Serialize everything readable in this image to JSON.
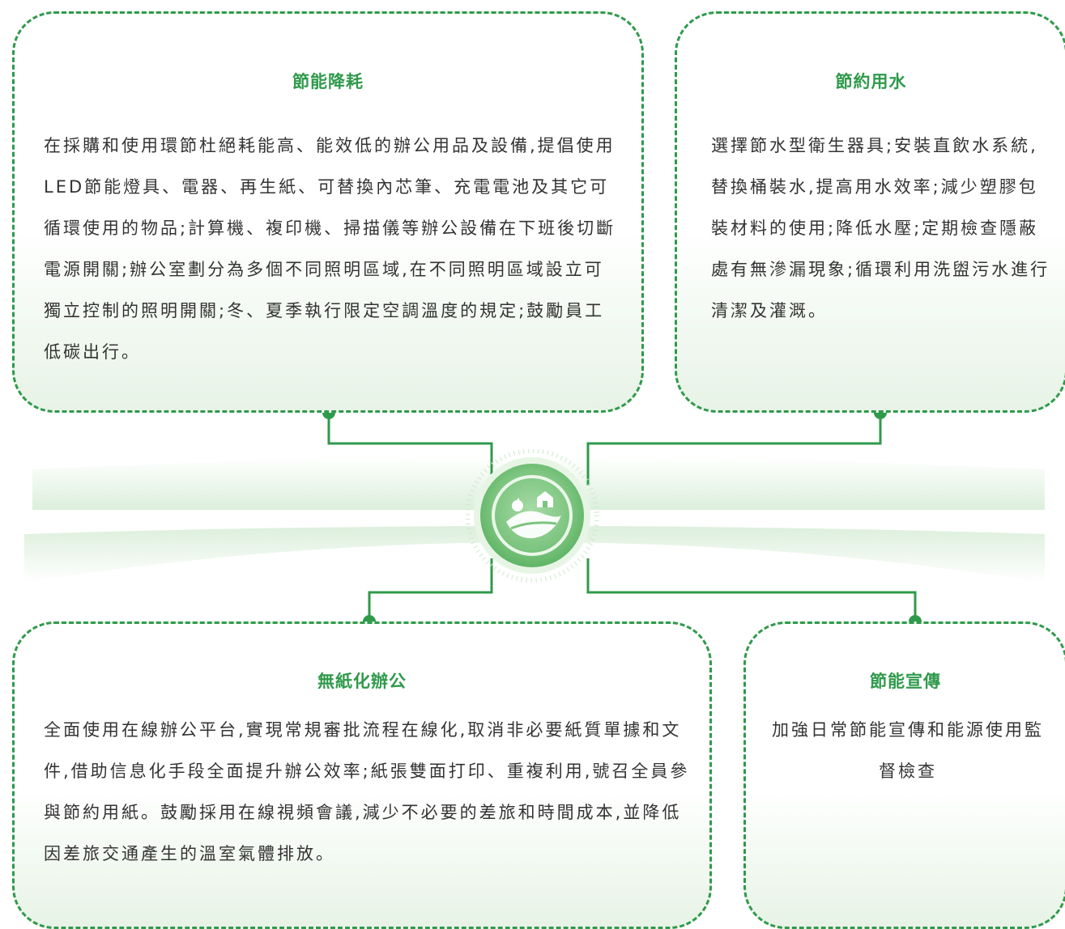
{
  "cards": {
    "energy_saving": {
      "title": "節能降耗",
      "body": "在採購和使用環節杜絕耗能高、能效低的辦公用品及設備,提倡使用LED節能燈具、電器、再生紙、可替換內芯筆、充電電池及其它可循環使用的物品;計算機、複印機、掃描儀等辦公設備在下班後切斷電源開關;辦公室劃分為多個不同照明區域,在不同照明區域設立可獨立控制的照明開關;冬、夏季執行限定空調溫度的規定;鼓勵員工低碳出行。"
    },
    "water_saving": {
      "title": "節約用水",
      "body": "選擇節水型衛生器具;安裝直飲水系統,替換桶裝水,提高用水效率;減少塑膠包裝材料的使用;降低水壓;定期檢查隱蔽處有無滲漏現象;循環利用洗盥污水進行清潔及灌溉。"
    },
    "paperless_office": {
      "title": "無紙化辦公",
      "body": "全面使用在線辦公平台,實現常規審批流程在線化,取消非必要紙質單據和文件,借助信息化手段全面提升辦公效率;紙張雙面打印、重複利用,號召全員參與節約用紙。鼓勵採用在線視頻會議,減少不必要的差旅和時間成本,並降低因差旅交通產生的溫室氣體排放。"
    },
    "energy_promotion": {
      "title": "節能宣傳",
      "body": "加強日常節能宣傳和能源使用監督檢查"
    }
  },
  "hub": {
    "icon": "green-landscape-icon"
  },
  "colors": {
    "accent_green": "#2f9a4b",
    "hub_green": "#7cc47f",
    "band_green": "#e4f1e3"
  }
}
